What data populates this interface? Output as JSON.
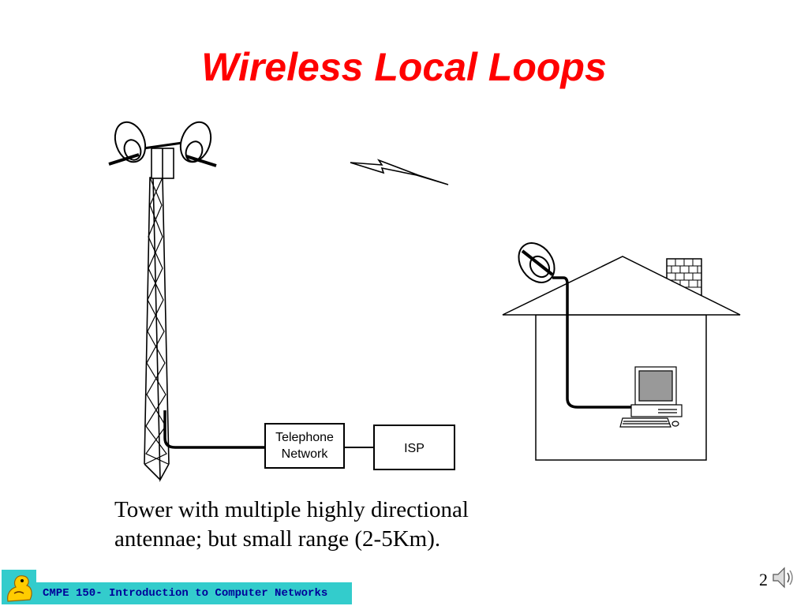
{
  "slide": {
    "title": "Wireless Local Loops",
    "caption_line1": "Tower with multiple highly directional",
    "caption_line2": "antennae; but small range (2-5Km).",
    "page_number": "2"
  },
  "diagram": {
    "telephone_line1": "Telephone",
    "telephone_line2": "Network",
    "isp_label": "ISP"
  },
  "footer": {
    "course_label": "CMPE 150- Introduction to Computer Networks"
  },
  "icons": [
    "logo-icon",
    "speaker-icon",
    "lightning-bolt-icon",
    "satellite-dish-icon"
  ],
  "colors": {
    "title": "#ff0000",
    "footer_bar": "#33cccc",
    "footer_text": "#000099"
  }
}
